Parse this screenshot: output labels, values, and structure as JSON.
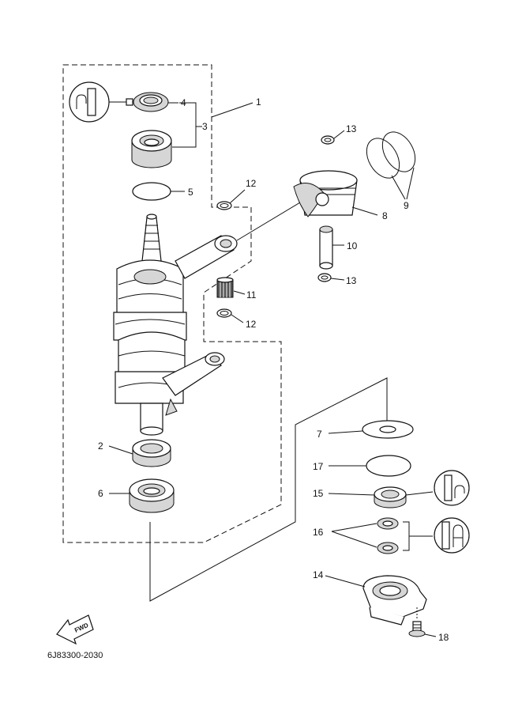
{
  "diagram": {
    "catalog_code": "6J83300-2030",
    "fwd_label": "FWD",
    "callouts": {
      "c1": "1",
      "c2": "2",
      "c3": "3",
      "c4": "4",
      "c5": "5",
      "c6": "6",
      "c7": "7",
      "c8": "8",
      "c9": "9",
      "c10": "10",
      "c11": "11",
      "c12a": "12",
      "c12b": "12",
      "c13a": "13",
      "c13b": "13",
      "c14": "14",
      "c15": "15",
      "c16": "16",
      "c17": "17",
      "c18": "18"
    },
    "icons": [
      "grease-icon",
      "oil-seal-grease-icon",
      "grease-apply-icon"
    ]
  }
}
